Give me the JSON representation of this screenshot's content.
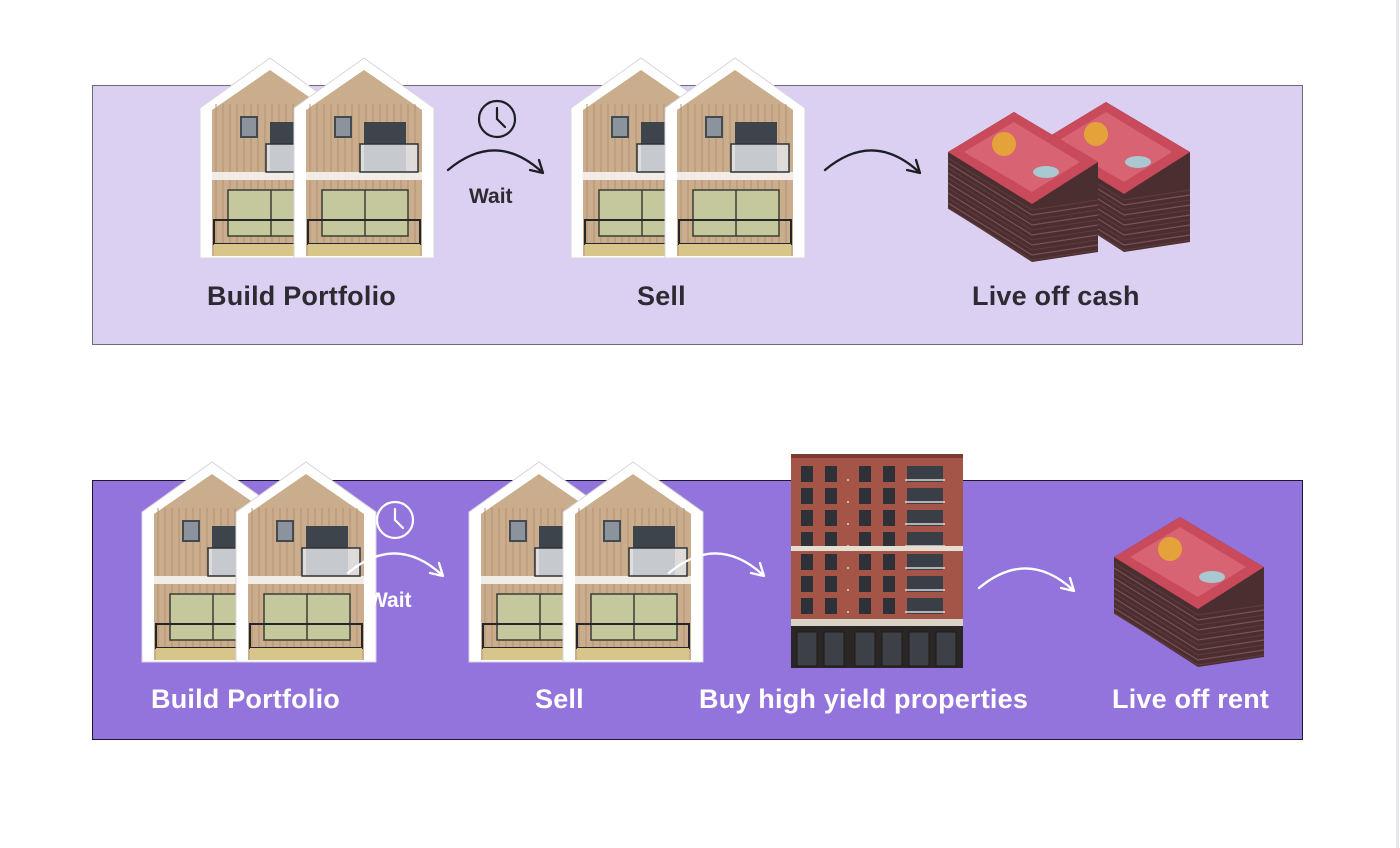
{
  "colors": {
    "panel1_fill": "#dcd0f2",
    "panel2_fill": "#9374dd",
    "panel1_text": "#2e2a32",
    "panel2_text": "#ffffff",
    "house_cladding": "#c9ad8c",
    "house_frame": "#ffffff",
    "brick": "#a55548",
    "banknote": "#c94a5a"
  },
  "icons": [
    "townhouse-icon",
    "clock-icon",
    "curved-arrow-icon",
    "banknote-stack-icon",
    "apartment-building-icon"
  ],
  "row1": {
    "steps": [
      "Build  Portfolio",
      "Sell",
      "Live off cash"
    ],
    "wait_label": "Wait"
  },
  "row2": {
    "steps": [
      "Build  Portfolio",
      "Sell",
      "Buy high yield properties",
      "Live off rent"
    ],
    "wait_label": "Wait"
  }
}
